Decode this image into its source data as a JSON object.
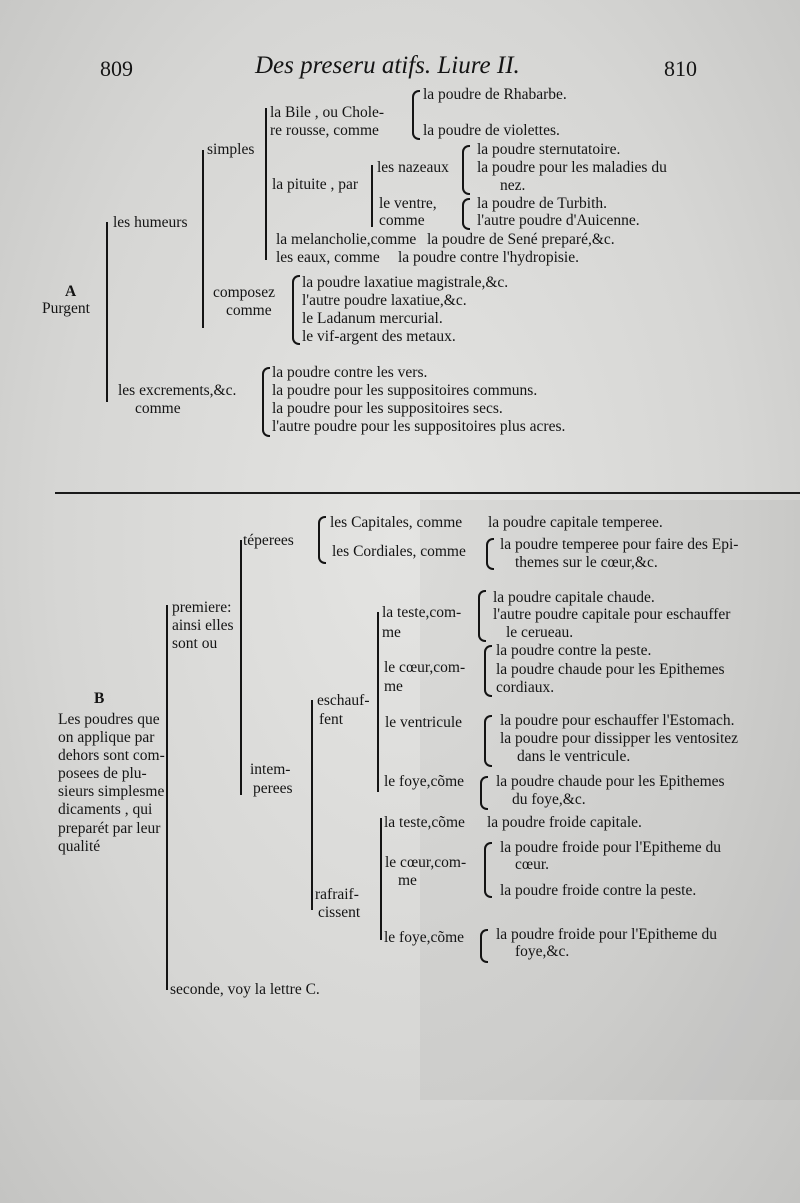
{
  "header": {
    "page_left": "809",
    "title": "Des preseru atifs. Liure II.",
    "page_right": "810"
  },
  "sectionA": {
    "label": "A",
    "heading": "Purgent",
    "lines": [
      "la poudre de Rhabarbe.",
      "la Bile , ou Chole-",
      "re rousse, comme",
      "la poudre de violettes.",
      "simples",
      "la poudre sternutatoire.",
      "les nazeaux",
      "la poudre pour les maladies du",
      "la pituite , par",
      "nez.",
      "le ventre,",
      "la poudre de Turbith.",
      "comme",
      "l'autre poudre d'Auicenne.",
      "les humeurs",
      "la melancholie,comme",
      "la poudre de Sené preparé,&c.",
      "les eaux, comme",
      "la poudre contre l'hydropisie.",
      "la poudre laxatiue magistrale,&c.",
      "composez",
      "l'autre poudre laxatiue,&c.",
      "comme",
      "le Ladanum mercurial.",
      "le vif-argent des metaux.",
      "la poudre contre les vers.",
      "les excrements,&c.",
      "la poudre pour les suppositoires communs.",
      "comme",
      "la poudre pour les suppositoires secs.",
      "l'autre poudre pour les suppositoires plus acres."
    ]
  },
  "sectionB": {
    "label": "B",
    "description": [
      "Les poudres que",
      "on applique par",
      "dehors sont com-",
      "posees de plu-",
      "sieurs simplesme",
      "dicaments , qui",
      "preparét par leur",
      "qualité"
    ],
    "lines": [
      "les Capitales, comme",
      "la poudre capitale temperee.",
      "téperees",
      "les Cordiales, comme",
      "la poudre temperee pour faire des Epi-",
      "themes sur le cœur,&c.",
      "la poudre capitale chaude.",
      "premiere:",
      "la teste,com-",
      "l'autre poudre capitale pour eschauffer",
      "ainsi elles",
      "me",
      "le cerueau.",
      "sont ou",
      "la poudre contre la peste.",
      "le cœur,com-",
      "la poudre chaude pour les Epithemes",
      "me",
      "cordiaux.",
      "eschauf-",
      "fent",
      "le ventricule",
      "la poudre pour eschauffer l'Estomach.",
      "la poudre pour dissipper les ventositez",
      "dans le ventricule.",
      "intem-",
      "perees",
      "le foye,cõme",
      "la poudre chaude pour les Epithemes",
      "du foye,&c.",
      "la teste,cõme",
      "la poudre froide capitale.",
      "la poudre froide pour l'Epitheme du",
      "le cœur,com-",
      "cœur.",
      "me",
      "la poudre froide contre la peste.",
      "rafraif-",
      "cissent",
      "le foye,cõme",
      "la poudre froide pour l'Epitheme du",
      "foye,&c.",
      "seconde, voy la lettre C."
    ]
  }
}
